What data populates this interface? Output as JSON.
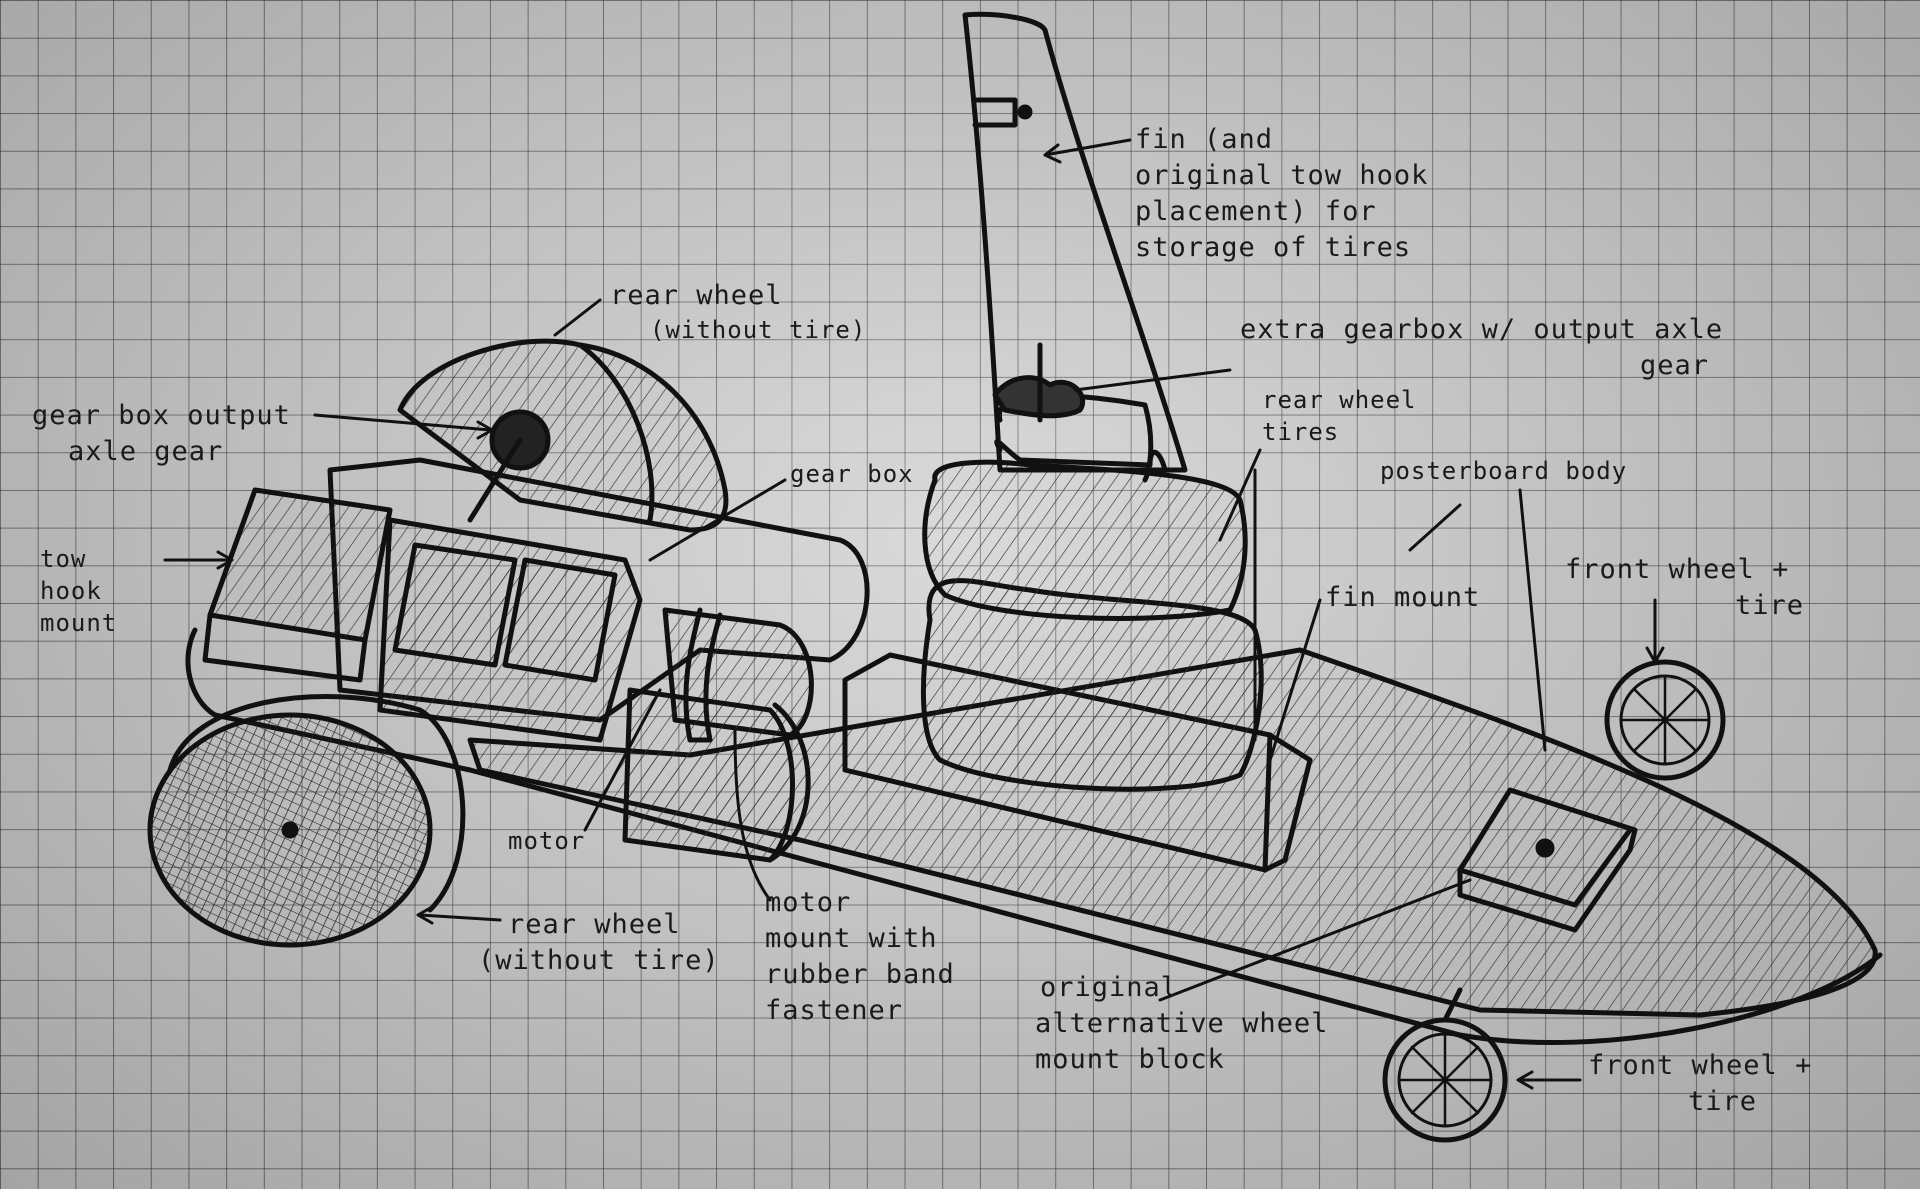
{
  "labels": {
    "fin": [
      "fin (and",
      "original tow hook",
      "placement) for",
      "storage of tires"
    ],
    "extra_gearbox": [
      "extra gearbox w/ output axle",
      "gear"
    ],
    "rear_wheel_tires": [
      "rear wheel",
      "tires"
    ],
    "rear_wheel_top": [
      "rear wheel",
      "(without tire)"
    ],
    "gearbox_output": [
      "gear box output",
      "axle gear"
    ],
    "gear_box": [
      "gear box"
    ],
    "posterboard_body": [
      "posterboard body"
    ],
    "tow_hook_mount": [
      "tow",
      "hook",
      "mount"
    ],
    "fin_mount": [
      "fin mount"
    ],
    "front_wheel_top": [
      "front wheel +",
      "tire"
    ],
    "motor": [
      "motor"
    ],
    "rear_wheel_bottom": [
      "rear wheel",
      "(without tire)"
    ],
    "motor_mount": [
      "motor",
      "mount with",
      "rubber band",
      "fastener"
    ],
    "alt_wheel_mount": [
      "original",
      "alternative wheel",
      "mount block"
    ],
    "front_wheel_bottom": [
      "front wheel +",
      "tire"
    ]
  },
  "colors": {
    "ink": "#111111",
    "paper": "#d2d2d2",
    "grid": "#333333"
  }
}
